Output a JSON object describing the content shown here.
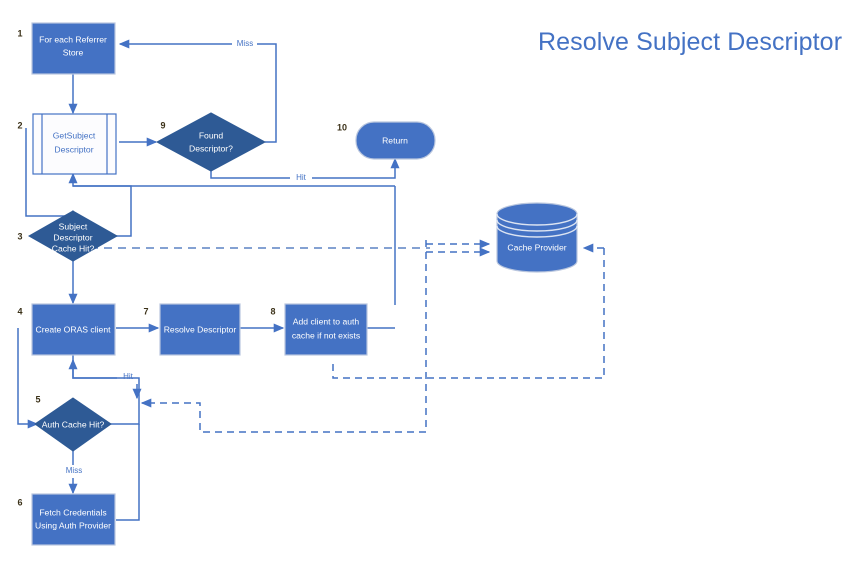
{
  "title": "Resolve Subject Descriptor",
  "accent_color": "#4472C4",
  "dark_node_color": "#2E5A95",
  "number_color": "#3B3118",
  "nodes": [
    {
      "num": "1",
      "label_lines": [
        "For each Referrer",
        "Store"
      ],
      "shape": "process",
      "name": "node-for-each-referrer-store"
    },
    {
      "num": "2",
      "label_lines": [
        "GetSubject",
        "Descriptor"
      ],
      "shape": "predefined-process",
      "name": "node-get-subject-descriptor"
    },
    {
      "num": "3",
      "label_lines": [
        "Subject",
        "Descriptor",
        "Cache Hit?"
      ],
      "shape": "decision",
      "name": "node-subject-descriptor-cache-hit"
    },
    {
      "num": "4",
      "label_lines": [
        "Create ORAS client"
      ],
      "shape": "process",
      "name": "node-create-oras-client"
    },
    {
      "num": "5",
      "label_lines": [
        "Auth Cache Hit?"
      ],
      "shape": "decision",
      "name": "node-auth-cache-hit"
    },
    {
      "num": "6",
      "label_lines": [
        "Fetch Credentials",
        "Using Auth Provider"
      ],
      "shape": "process",
      "name": "node-fetch-credentials-using-auth-provider"
    },
    {
      "num": "7",
      "label_lines": [
        "Resolve Descriptor"
      ],
      "shape": "process",
      "name": "node-resolve-descriptor"
    },
    {
      "num": "8",
      "label_lines": [
        "Add client to auth",
        "cache if not exists"
      ],
      "shape": "process",
      "name": "node-add-client-to-auth-cache"
    },
    {
      "num": "9",
      "label_lines": [
        "Found",
        "Descriptor?"
      ],
      "shape": "decision",
      "name": "node-found-descriptor"
    },
    {
      "num": "10",
      "label_lines": [
        "Return"
      ],
      "shape": "terminator",
      "name": "node-return"
    }
  ],
  "datastore": {
    "label": "Cache Provider",
    "name": "node-cache-provider"
  },
  "edge_labels": {
    "found_descriptor_miss": "Miss",
    "found_descriptor_hit": "Hit",
    "auth_cache_hit": "Hit",
    "auth_cache_miss": "Miss"
  }
}
